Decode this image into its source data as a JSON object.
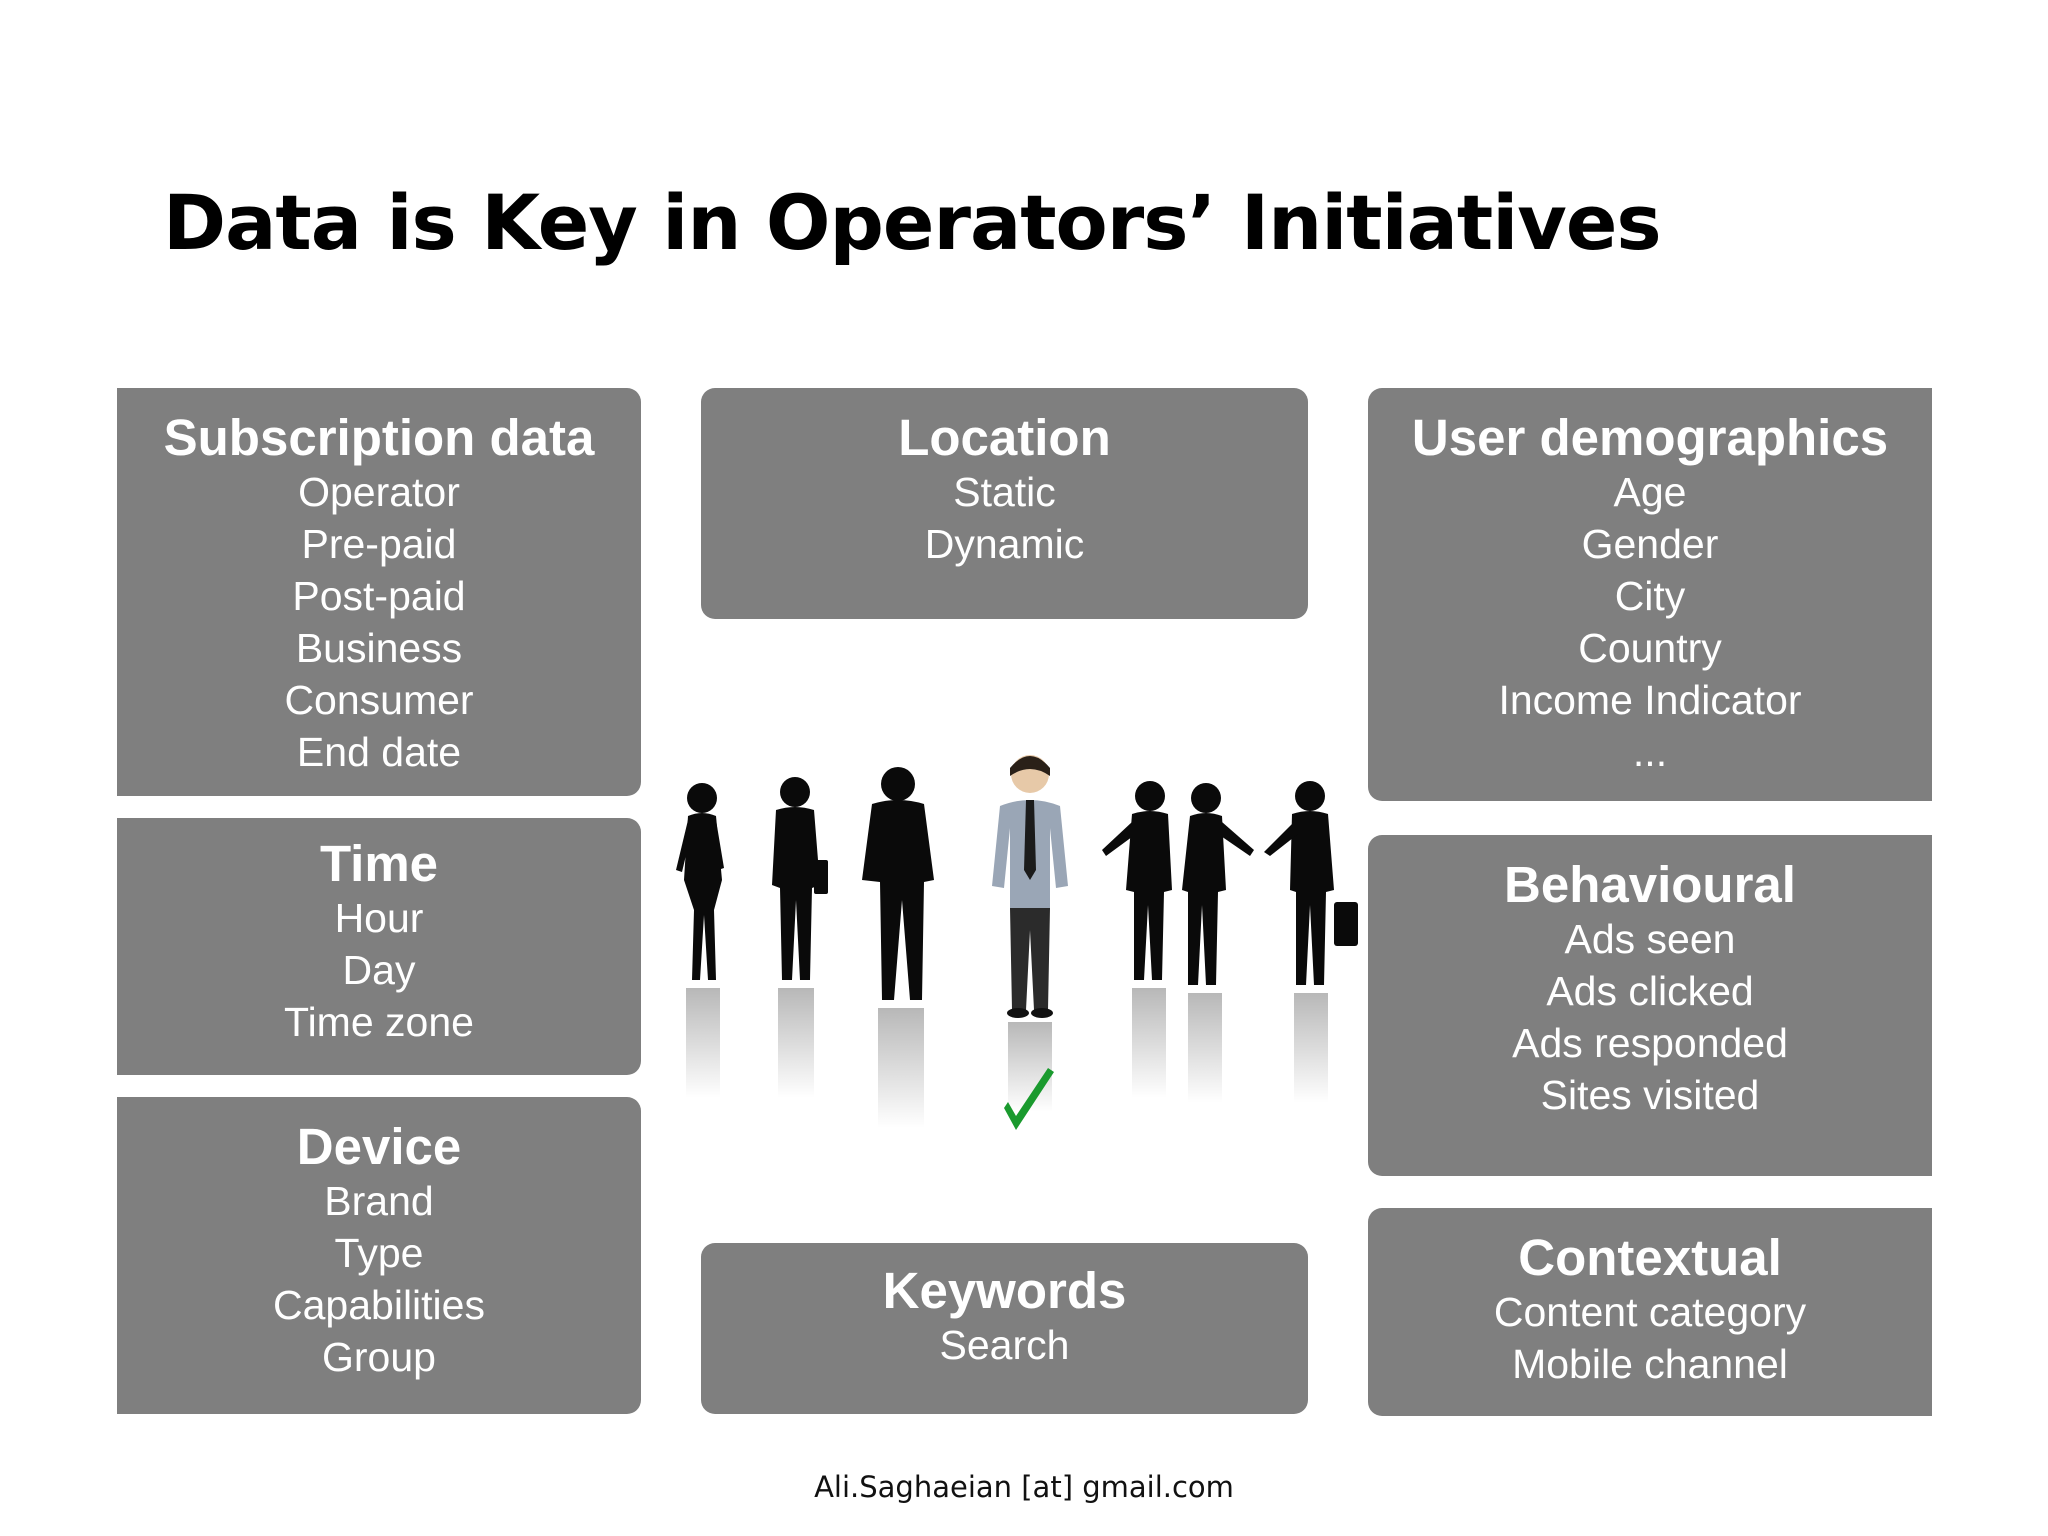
{
  "title": "Data is Key in Operators’ Initiatives",
  "boxes": {
    "subscription": {
      "heading": "Subscription data",
      "items": [
        "Operator",
        "Pre-paid",
        "Post-paid",
        "Business",
        "Consumer",
        "End date"
      ]
    },
    "location": {
      "heading": "Location",
      "items": [
        "Static",
        "Dynamic"
      ]
    },
    "user_demographics": {
      "heading": "User demographics",
      "items": [
        "Age",
        "Gender",
        "City",
        "Country",
        "Income Indicator",
        "..."
      ]
    },
    "time": {
      "heading": "Time",
      "items": [
        "Hour",
        "Day",
        "Time zone"
      ]
    },
    "behavioural": {
      "heading": "Behavioural",
      "items": [
        "Ads seen",
        "Ads clicked",
        "Ads responded",
        "Sites visited"
      ]
    },
    "device": {
      "heading": "Device",
      "items": [
        "Brand",
        "Type",
        "Capabilities",
        "Group"
      ]
    },
    "keywords": {
      "heading": "Keywords",
      "items": [
        "Search"
      ]
    },
    "contextual": {
      "heading": "Contextual",
      "items": [
        "Content category",
        "Mobile channel"
      ]
    }
  },
  "footer": "Ali.Saghaeian [at] gmail.com",
  "colors": {
    "box_fill": "#7f7f7f",
    "box_text": "#ffffff",
    "checkmark": "#1a9a2e"
  },
  "illustration": {
    "icon": "people-group-icon",
    "accent_icon": "checkmark-icon"
  }
}
